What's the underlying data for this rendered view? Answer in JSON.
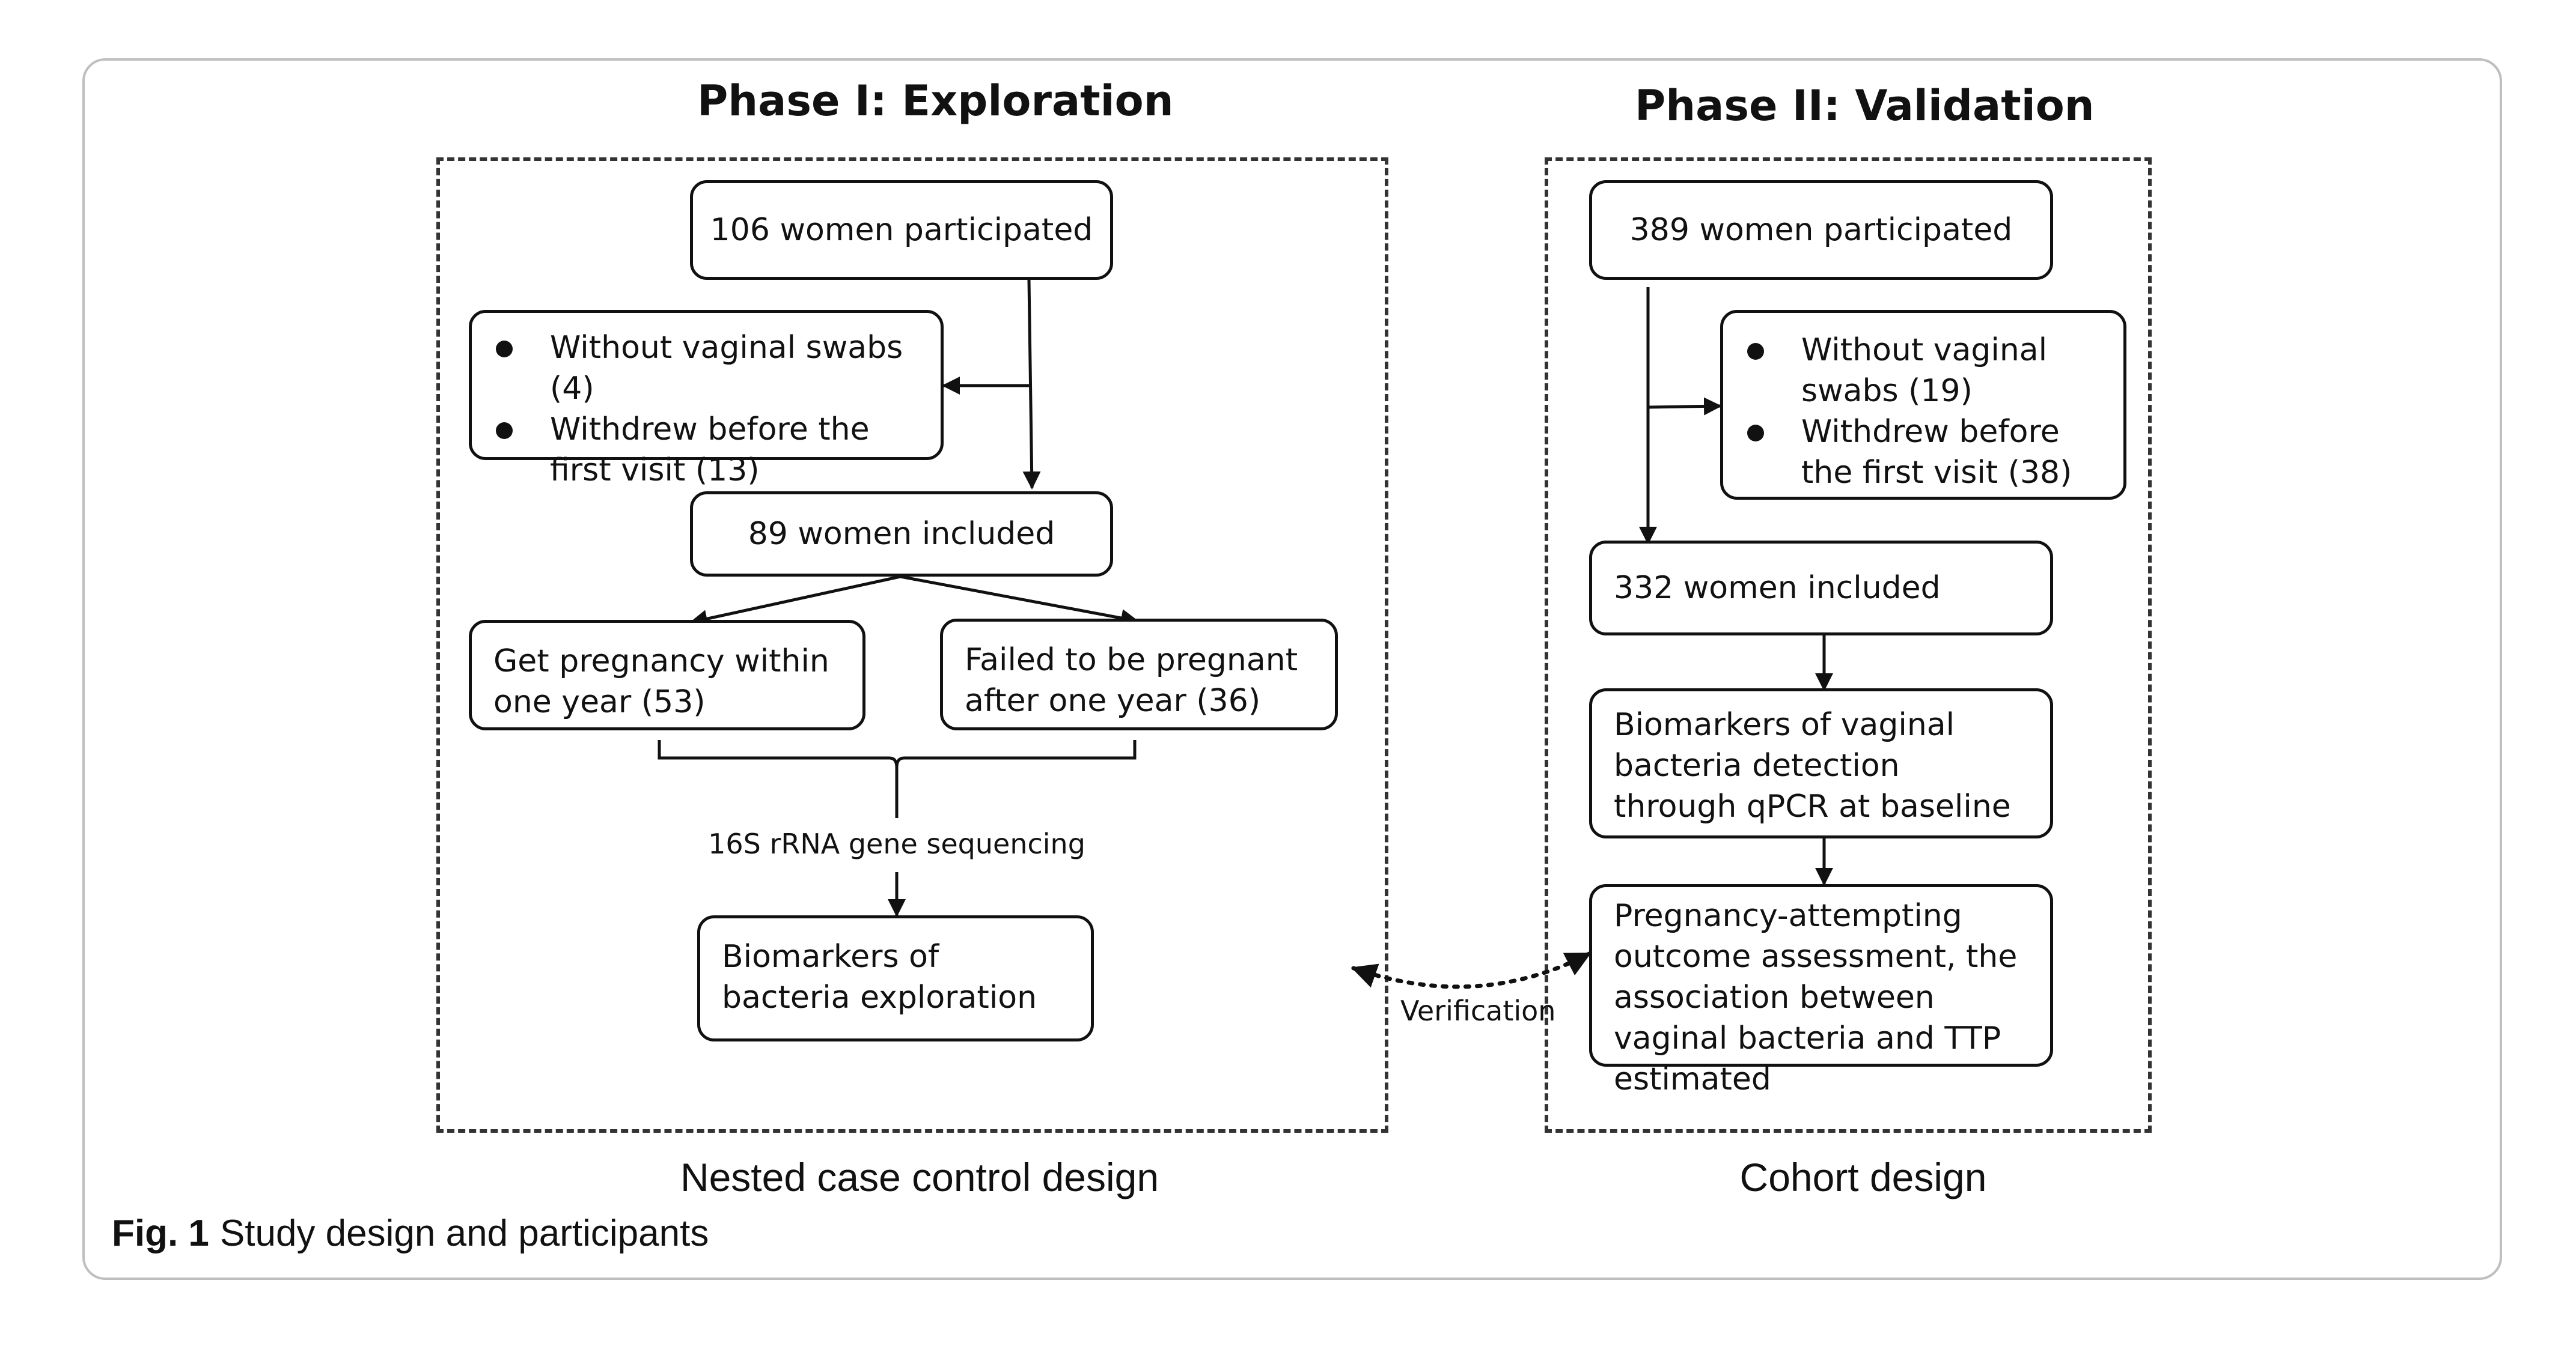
{
  "phase1": {
    "title": "Phase I: Exploration",
    "participated": "106 women participated",
    "excluded": [
      "Without vaginal swabs (4)",
      "Withdrew before the first visit (13)"
    ],
    "included": "89 women included",
    "group_pregnant": "Get pregnancy within one year (53)",
    "group_not_pregnant": "Failed to be pregnant after one year (36)",
    "method": "16S rRNA gene sequencing",
    "outcome": "Biomarkers of bacteria exploration",
    "design": "Nested case control design"
  },
  "phase2": {
    "title": "Phase II: Validation",
    "participated": "389 women participated",
    "excluded": [
      "Without vaginal swabs (19)",
      "Withdrew before the first visit (38)"
    ],
    "included": "332 women included",
    "detection": "Biomarkers of vaginal bacteria detection through qPCR at baseline",
    "assessment": "Pregnancy-attempting outcome assessment, the association between vaginal bacteria and TTP estimated",
    "design": "Cohort design"
  },
  "verification_label": "Verification",
  "caption": {
    "fig_label": "Fig. 1",
    "text": "Study design and participants"
  }
}
